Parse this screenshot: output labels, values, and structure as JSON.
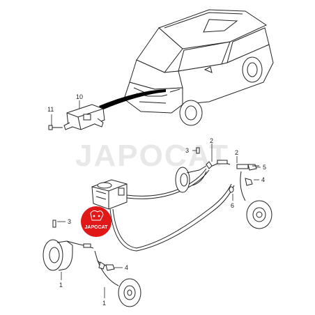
{
  "diagram": {
    "callouts": [
      {
        "id": "c10",
        "text": "10"
      },
      {
        "id": "c11",
        "text": "11"
      },
      {
        "id": "c3a",
        "text": "3"
      },
      {
        "id": "c2a",
        "text": "2"
      },
      {
        "id": "c2b",
        "text": "2"
      },
      {
        "id": "c5",
        "text": "5"
      },
      {
        "id": "c4a",
        "text": "4"
      },
      {
        "id": "c6",
        "text": "6"
      },
      {
        "id": "c3b",
        "text": "3"
      },
      {
        "id": "c4b",
        "text": "4"
      },
      {
        "id": "c1a",
        "text": "1"
      },
      {
        "id": "c1b",
        "text": "1"
      }
    ],
    "watermark": "JAPOCAT",
    "logo_text": "JAPOCAT",
    "colors": {
      "line": "#222222",
      "watermark": "#e6e6e6",
      "logo_red": "#e01818",
      "pointer_arrow": "#000000"
    }
  }
}
